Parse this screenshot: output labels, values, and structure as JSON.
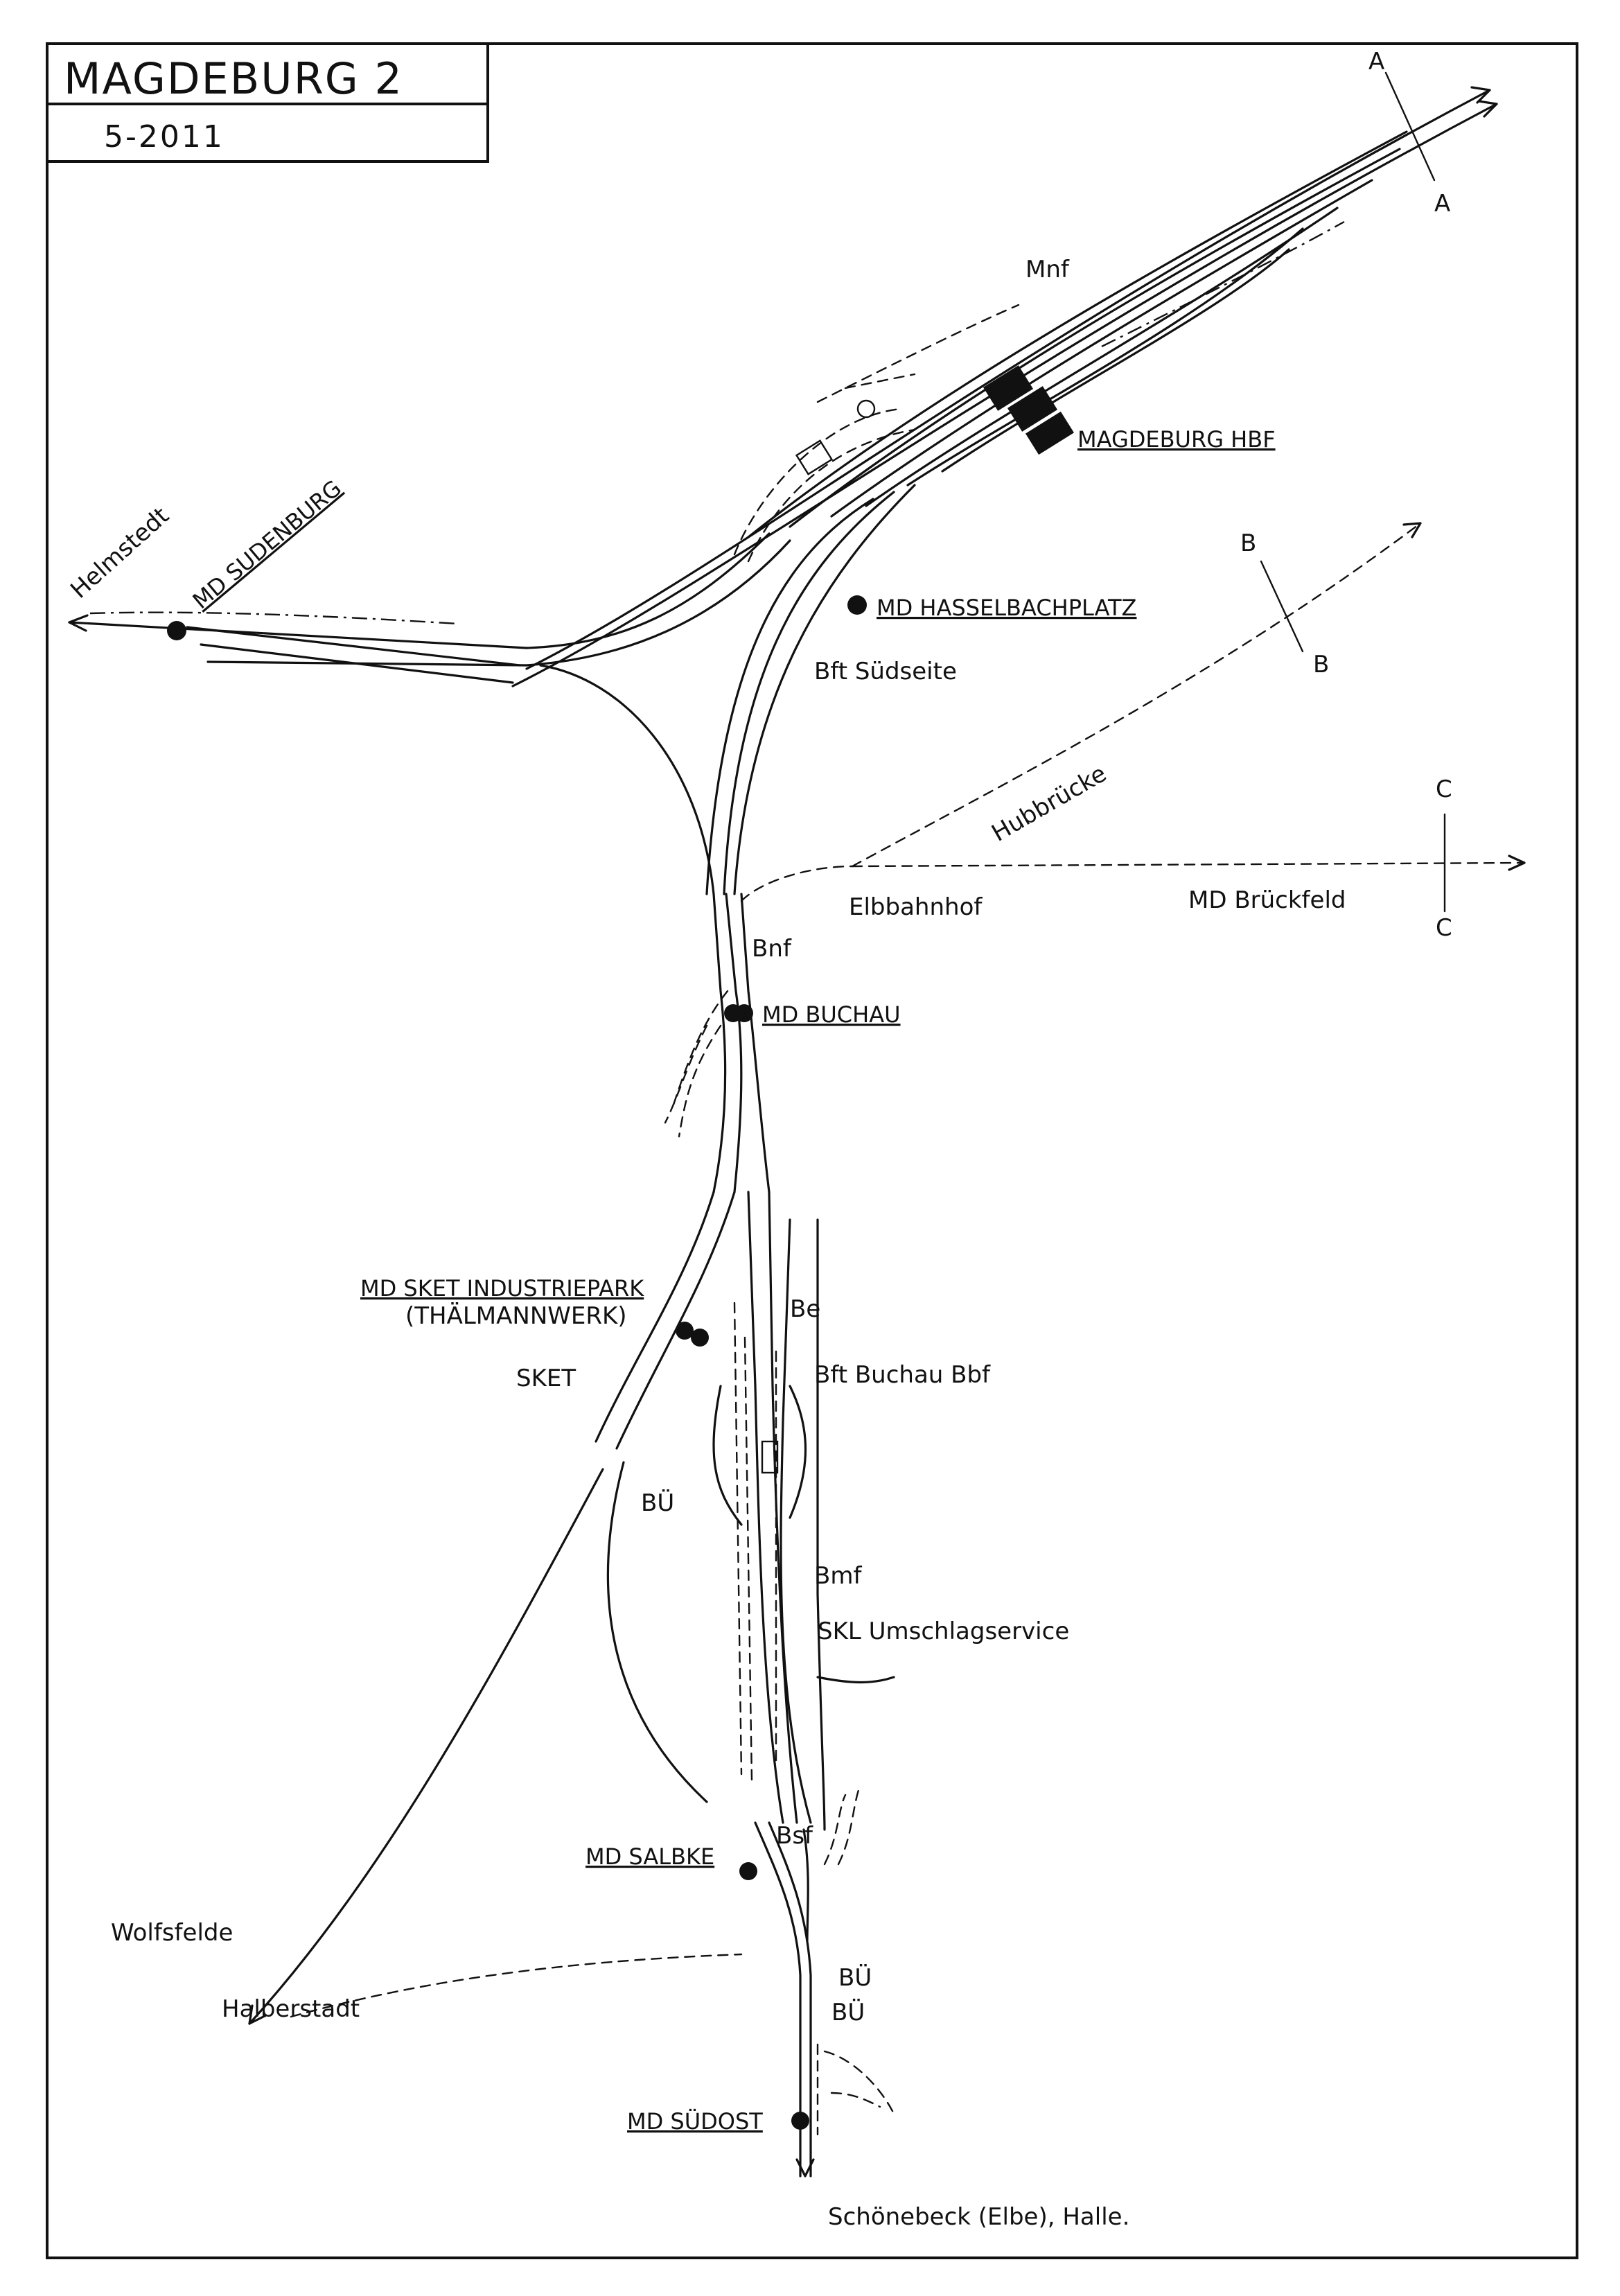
{
  "title": {
    "name": "MAGDEBURG 2",
    "edition": "5-2011"
  },
  "stations": {
    "hbf": "MAGDEBURG HBF",
    "sudenburg": "MD SUDENBURG",
    "hasselbachplatz": "MD HASSELBACHPLATZ",
    "buchau": "MD BUCHAU",
    "sket_industriepark": "MD SKET INDUSTRIEPARK",
    "thaelmannwerk": "(THÄLMANNWERK)",
    "salbke": "MD SALBKE",
    "suedost": "MD SÜDOST"
  },
  "labels": {
    "mnf": "Mnf",
    "bnf": "Bnf",
    "be": "Be",
    "bmf": "Bmf",
    "bsf": "Bsf",
    "bft_suedseite": "Bft Südseite",
    "bft_buchau_bbf": "Bft Buchau Bbf",
    "elbbahnhof": "Elbbahnhof",
    "hubbruecke": "Hubbrücke",
    "md_brueckfeld": "MD Brückfeld",
    "sket": "SKET",
    "bue_1": "BÜ",
    "bue_2": "BÜ",
    "bue_3": "BÜ",
    "skl_umschlag": "SKL Umschlagservice",
    "wolfsfelde": "Wolfsfelde"
  },
  "destinations": {
    "helmstedt": "Helmstedt",
    "halberstadt": "Halberstadt",
    "schoenebeck": "Schönebeck (Elbe), Halle."
  },
  "section_marks": {
    "a_top": "A",
    "a_bottom": "A",
    "b_top": "B",
    "b_bottom": "B",
    "c_top": "C",
    "c_bottom": "C"
  }
}
